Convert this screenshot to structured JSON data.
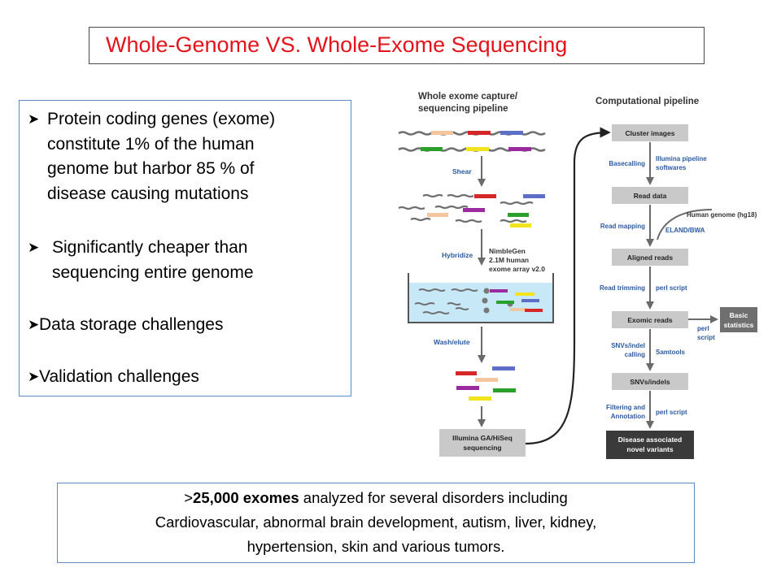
{
  "title": "Whole-Genome VS. Whole-Exome Sequencing",
  "bullets": [
    {
      "lines": [
        "Protein coding genes (exome)",
        "constitute 1% of the human",
        "genome but harbor 85 % of",
        "disease causing mutations"
      ]
    },
    {
      "lines": [
        "Significantly cheaper than",
        "sequencing entire genome"
      ]
    },
    {
      "lines": [
        "Data storage challenges"
      ]
    },
    {
      "lines": [
        "Validation challenges"
      ]
    }
  ],
  "diagram": {
    "left_header": [
      "Whole exome capture/",
      "sequencing pipeline"
    ],
    "right_header": "Computational pipeline",
    "left_steps": {
      "shear": "Shear",
      "hybridize": "Hybridize",
      "array_label": [
        "NimbleGen",
        "2.1M human",
        "exome array v2.0"
      ],
      "wash": "Wash/elute",
      "sequencer": [
        "Illumina GA/HiSeq",
        "sequencing"
      ]
    },
    "right_nodes": [
      "Cluster images",
      "Read data",
      "Aligned reads",
      "Exomic reads",
      "SNVs/indels"
    ],
    "final_node": [
      "Disease associated",
      "novel variants"
    ],
    "basic_stats": [
      "Basic",
      "statistics"
    ],
    "step_labels": {
      "basecalling": "Basecalling",
      "read_mapping": "Read mapping",
      "read_trimming": "Read trimming",
      "calling": [
        "SNVs/indel",
        "calling"
      ],
      "filtering": [
        "Filtering and",
        "Annotation"
      ]
    },
    "tool_labels": {
      "illumina": [
        "Illumina pipeline",
        "softwares"
      ],
      "eland": "ELAND/BWA",
      "human_genome": "Human genome (hg18)",
      "perl1": "perl script",
      "samtools": "Samtools",
      "perl2": "perl script",
      "perl_side": [
        "perl",
        "script"
      ]
    },
    "colors": {
      "node_fill": "#c9c9c9",
      "dark_node_fill": "#3a3a3a",
      "stats_fill": "#6f6f6f",
      "link_blue": "#2c5aa0",
      "arrow_gray": "#6a6a6a",
      "fragment_colors": [
        "#f3c6a0",
        "#d62728",
        "#5b6fc6",
        "#2ca02c",
        "#f2e41c",
        "#9b2aa0"
      ]
    }
  },
  "footer": {
    "prefix": ">",
    "bold": "25,000 exomes",
    "line1_rest": " analyzed for several disorders including",
    "line2": "Cardiovascular, abnormal brain development, autism, liver, kidney,",
    "line3": "hypertension, skin and various tumors."
  }
}
